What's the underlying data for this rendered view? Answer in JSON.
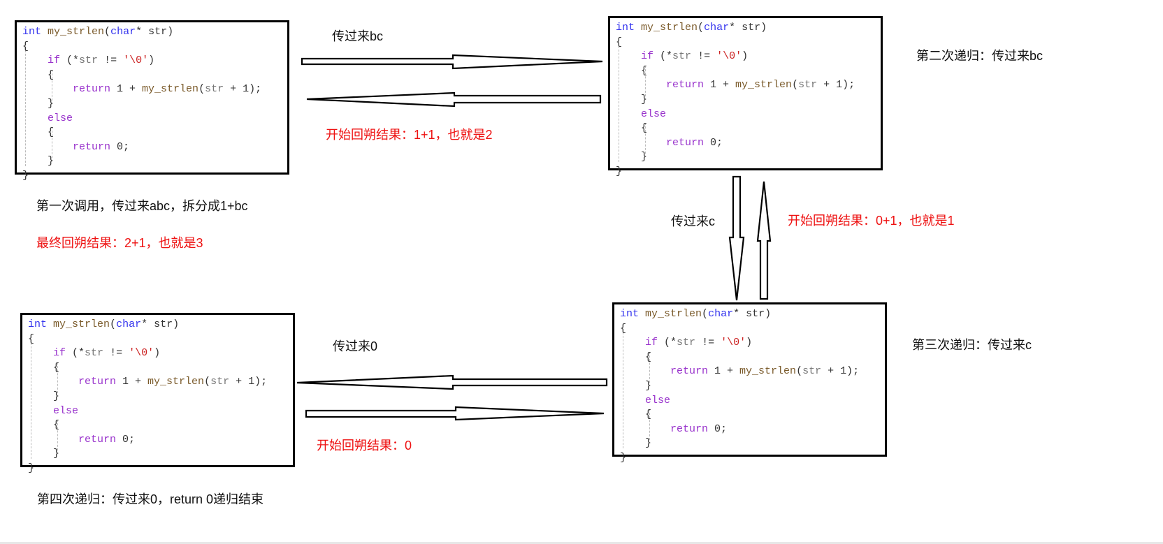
{
  "code": {
    "sig_type": "int",
    "sig_name": "my_strlen",
    "sig_param_type": "char",
    "sig_param_rest": "* str)",
    "open_brace": "{",
    "close_brace": "}",
    "if_kw": "if",
    "if_cond_a": " (*",
    "if_cond_b": "str",
    "if_cond_c": " != ",
    "if_cond_str": "'\\0'",
    "if_cond_d": ")",
    "return_kw": "return",
    "return_expr_a": " 1 + ",
    "return_expr_fn": "my_strlen",
    "return_expr_b": "(",
    "return_expr_c": "str",
    "return_expr_d": " + 1);",
    "else_kw": "else",
    "return_zero": " 0;"
  },
  "labels": {
    "top_arrow_down": "传过来bc",
    "top_arrow_back": "开始回朔结果：1+1，也就是2",
    "first_call": "第一次调用，传过来abc，拆分成1+bc",
    "final_result": "最终回朔结果：2+1，也就是3",
    "second_recursion": "第二次递归：传过来bc",
    "mid_pass": "传过来c",
    "mid_back": "开始回朔结果：0+1，也就是1",
    "third_recursion": "第三次递归：传过来c",
    "bottom_pass": "传过来0",
    "bottom_back": "开始回朔结果：0",
    "fourth_recursion": "第四次递归：传过来0，return 0递归结束"
  },
  "colors": {
    "result_red": "#ee1111",
    "keyword_blue": "#3333ee",
    "keyword_purple": "#9933cc"
  }
}
